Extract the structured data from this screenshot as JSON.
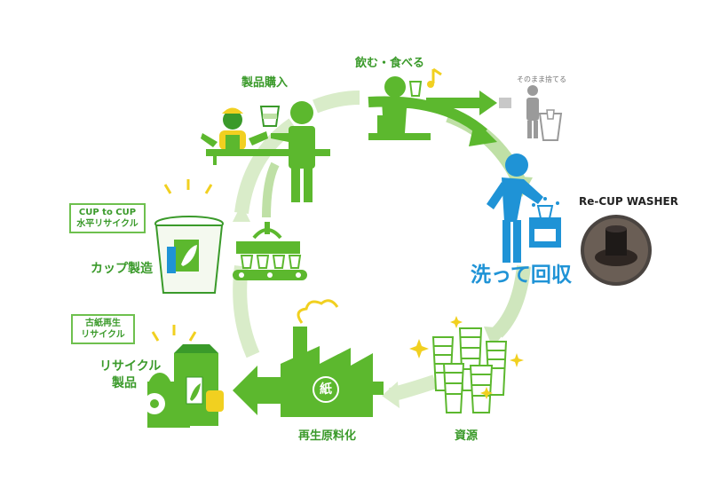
{
  "labels": {
    "product_purchase": "製品購入",
    "drink_eat": "飲む・食べる",
    "discard": "そのまま捨てる",
    "washer": "Re-CUP WASHER",
    "wash_collect": "洗って回収",
    "resources": "資源",
    "recycle_raw": "再生原料化",
    "recycled_products": [
      "リサイクル",
      "製品"
    ],
    "cup_manufacture": "カップ製造"
  },
  "tags": {
    "cup_to_cup": [
      "CUP to CUP",
      "水平リサイクル"
    ],
    "paper": [
      "古紙再生",
      "リサイクル"
    ]
  },
  "factory_mark": "紙",
  "colors": {
    "green": "#5cb82e",
    "dark_green": "#3a9a2a",
    "light_green": "#d9ecc9",
    "blue": "#1f93d6",
    "gray": "#9a9a9a"
  },
  "icons": [
    "clerk-icon",
    "person-icon",
    "drinking-person-icon",
    "music-note-icon",
    "trash-bin-icon",
    "washing-person-icon",
    "cup-icon",
    "washer-photo-icon",
    "cups-stack-icon",
    "factory-icon",
    "recycled-products-icon",
    "paper-cup-icon",
    "conveyor-icon",
    "sparkle-icon"
  ]
}
